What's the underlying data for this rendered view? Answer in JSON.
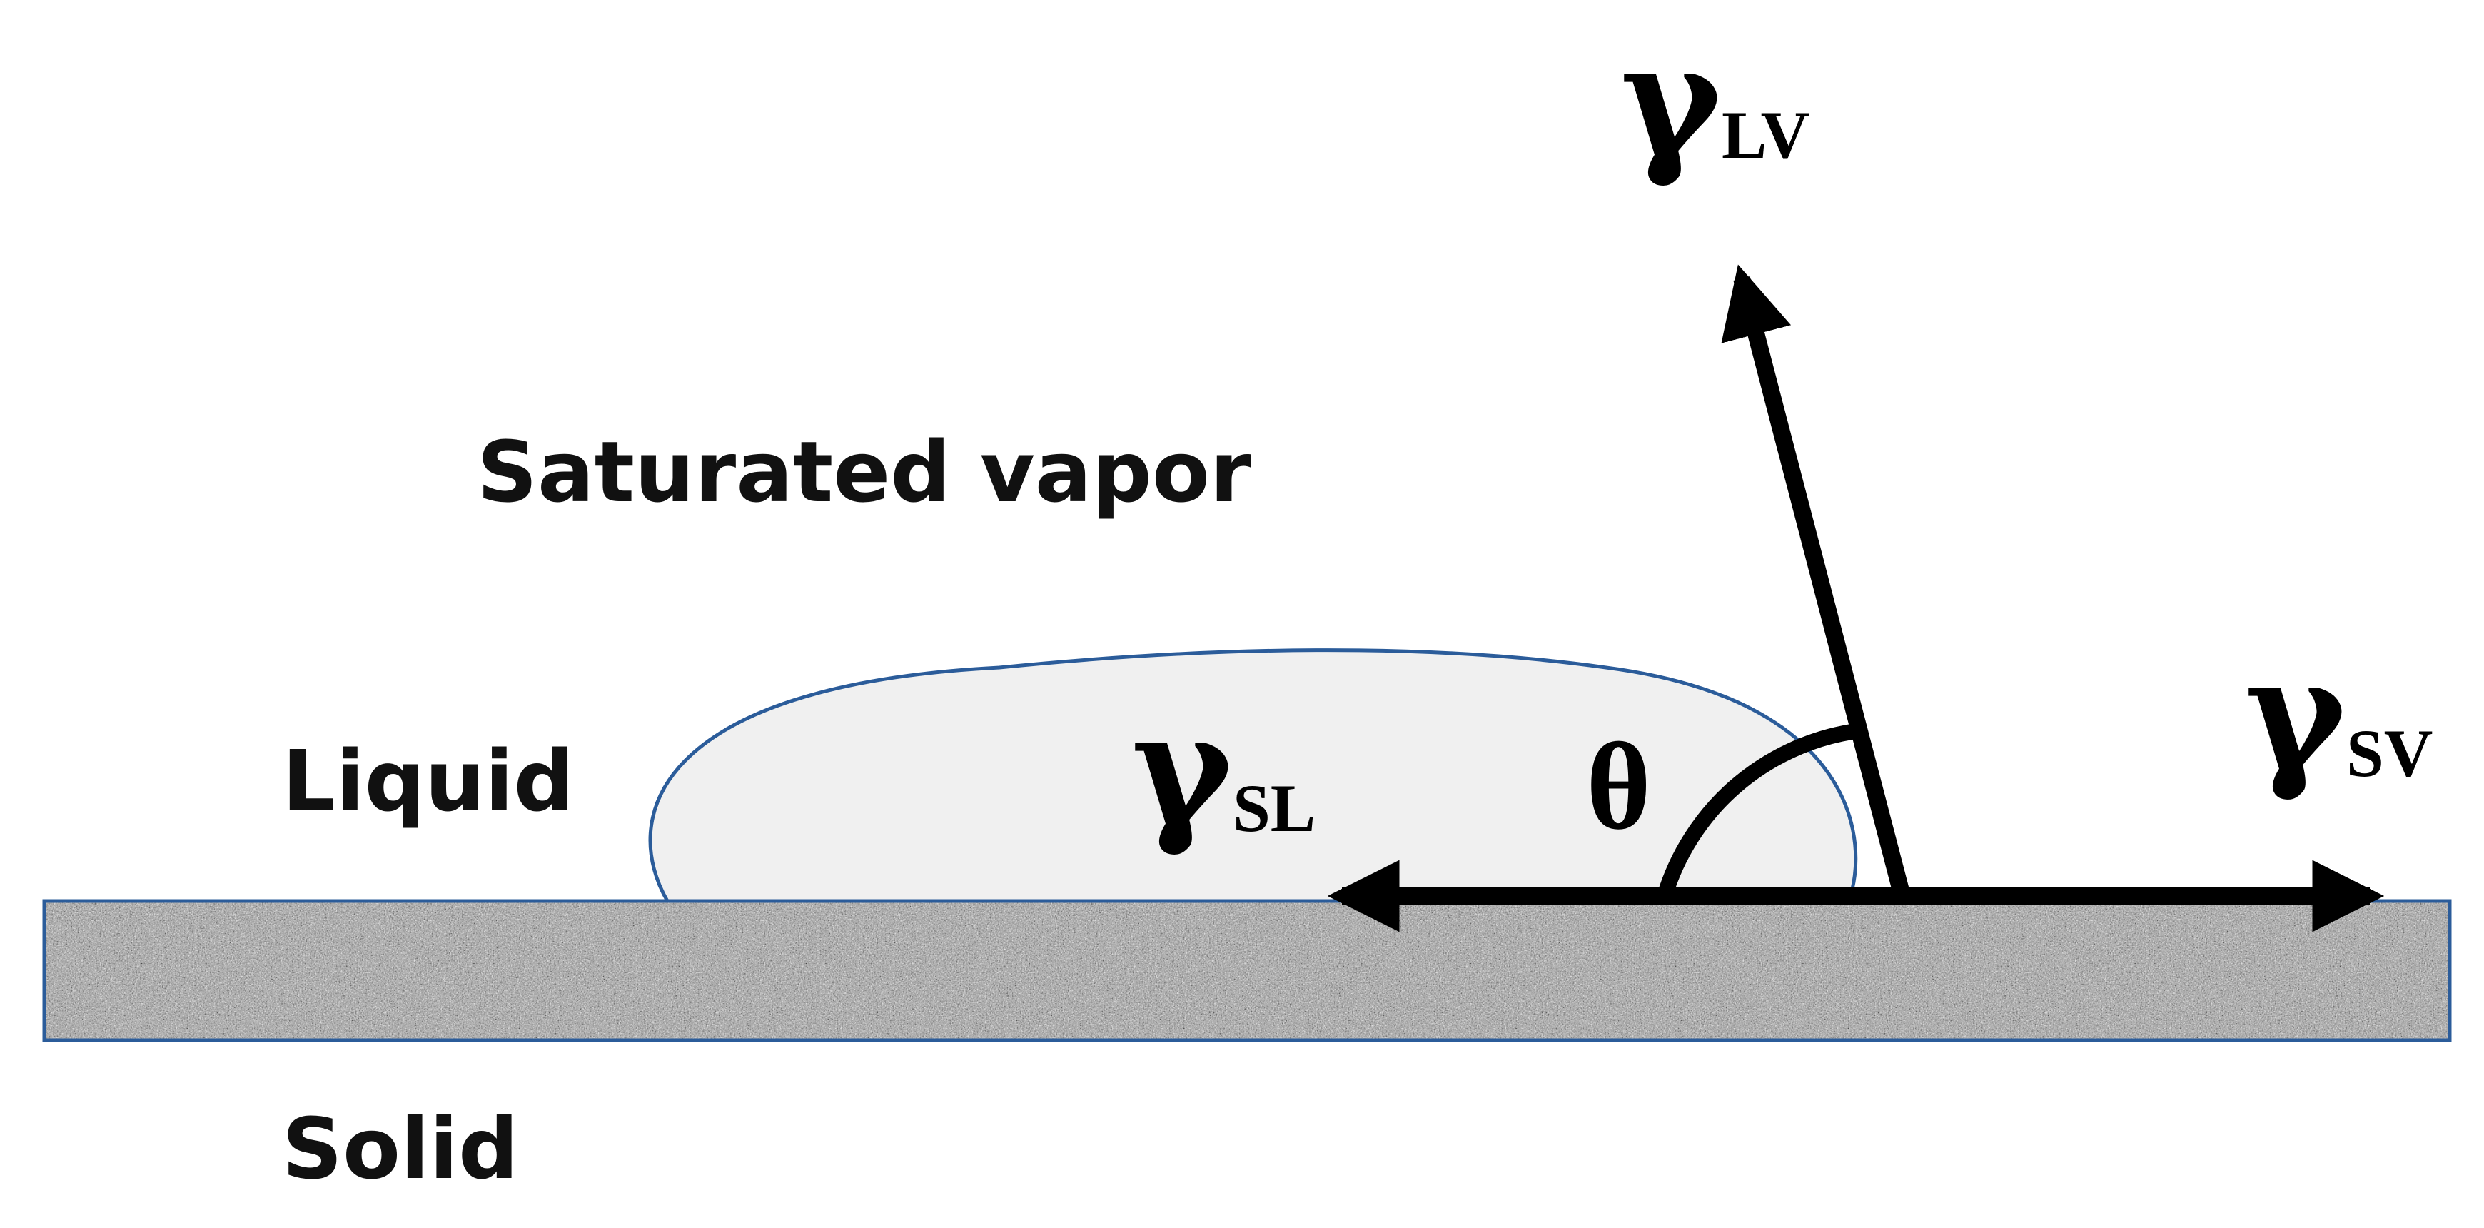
{
  "labels": {
    "vapor": "Saturated vapor",
    "liquid": "Liquid",
    "solid": "Solid"
  },
  "tensions": {
    "gamma_symbol": "γ",
    "lv_subscript": "LV",
    "sl_subscript": "SL",
    "sv_subscript": "SV"
  },
  "angle": {
    "symbol": "θ"
  },
  "colors": {
    "outline": "#2b5c9a",
    "droplet_fill": "#f0f0f0",
    "solid_base": "#9a9a9a",
    "arrows": "#000000",
    "text": "#111111"
  }
}
